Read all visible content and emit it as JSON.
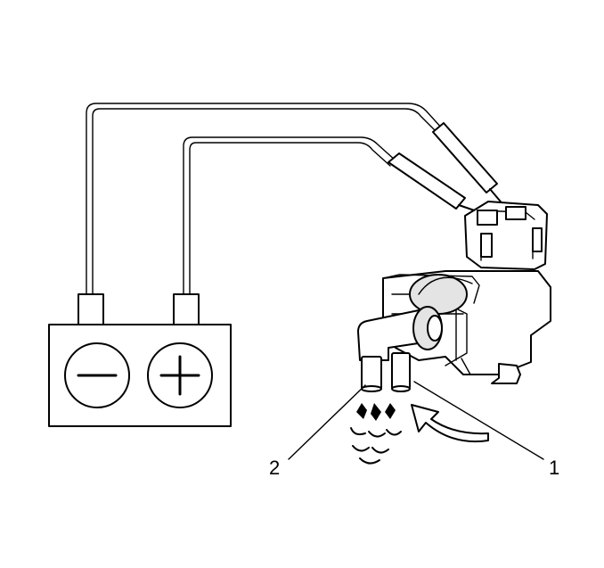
{
  "diagram": {
    "callouts": [
      {
        "id": "1",
        "label": "1"
      },
      {
        "id": "2",
        "label": "2"
      }
    ],
    "battery": {
      "negative_symbol": "minus",
      "positive_symbol": "plus"
    }
  }
}
